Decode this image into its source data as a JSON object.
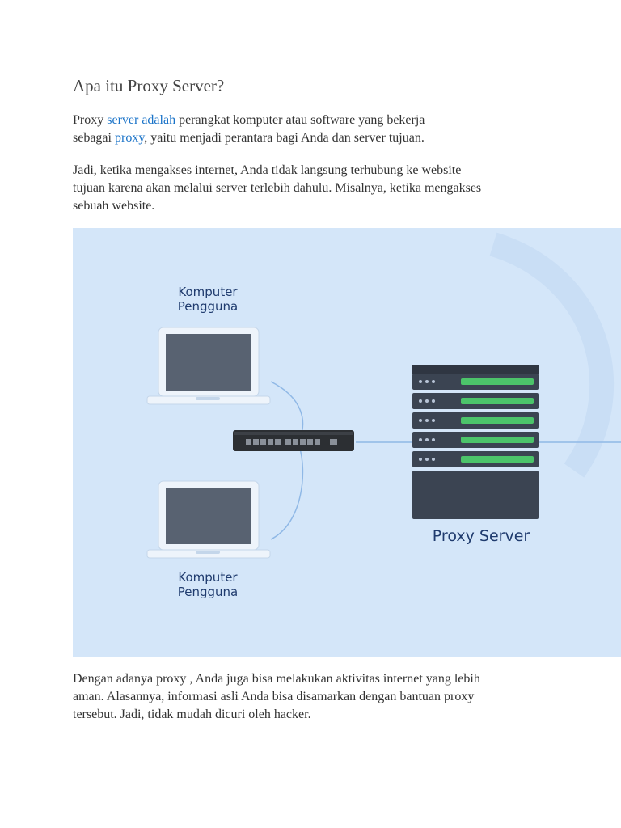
{
  "article": {
    "heading": "Apa itu Proxy Server?",
    "p1": {
      "t1": "Proxy ",
      "link1": "server adalah",
      "t2": " perangkat komputer atau software yang bekerja",
      "t3": "sebagai ",
      "link2": "proxy",
      "t4": ", yaitu menjadi perantara bagi Anda dan server tujuan."
    },
    "p2": {
      "line1": "Jadi, ketika mengakses internet, Anda tidak langsung terhubung ke website",
      "line2": "tujuan karena akan melalui server terlebih dahulu. Misalnya, ketika mengakses",
      "line3": "sebuah website."
    },
    "p3": {
      "line1": "Dengan adanya proxy , Anda juga bisa melakukan aktivitas internet yang lebih",
      "line2": "aman. Alasannya, informasi asli Anda bisa disamarkan dengan bantuan proxy",
      "line3": "tersebut. Jadi, tidak mudah dicuri oleh hacker."
    }
  },
  "figure": {
    "top_label_line1": "Komputer",
    "top_label_line2": "Pengguna",
    "bottom_label_line1": "Komputer",
    "bottom_label_line2": "Pengguna",
    "server_label": "Proxy Server",
    "colors": {
      "background": "#d4e6f9",
      "label": "#1f3b6e",
      "server_body": "#3b4452",
      "server_led": "#4cc46a",
      "link_text": "#1a73c8"
    }
  }
}
